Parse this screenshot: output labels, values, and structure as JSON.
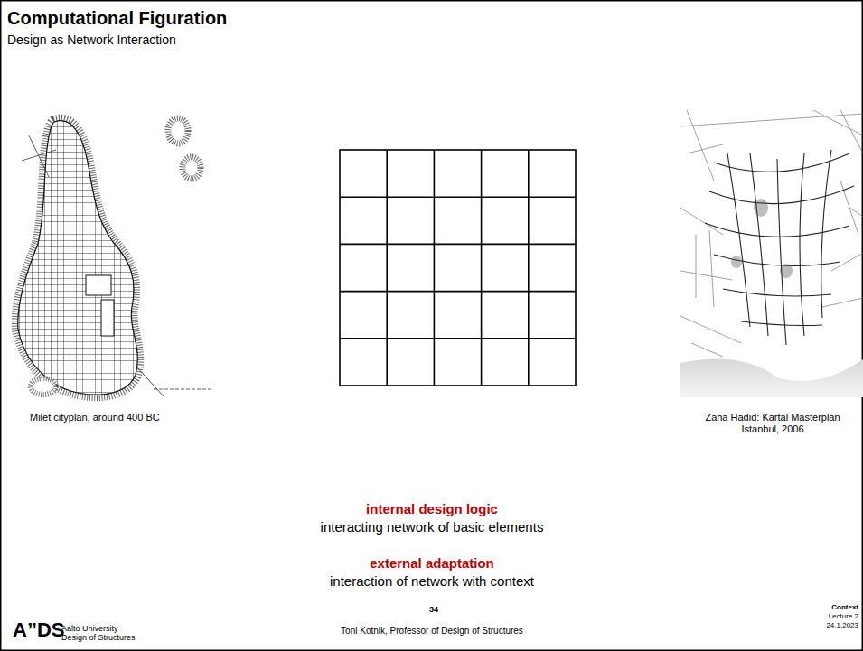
{
  "diagram": {
    "title": "Computational Figuration",
    "labels": [
      "Design as Network Interaction",
      "Milet cityplan, around 400 BC",
      "Zaha Hadid: Kartal Masterplan Istanbul, 2006",
      "internal design logic",
      "interacting network of basic elements",
      "external adaptation",
      "interaction of network with context",
      "A”DS",
      "Aalto University Design of Structures",
      "34",
      "Toni Kotnik, Professor of Design of Structures",
      "Context",
      "Lecture 2",
      "24.1.2023"
    ]
  }
}
